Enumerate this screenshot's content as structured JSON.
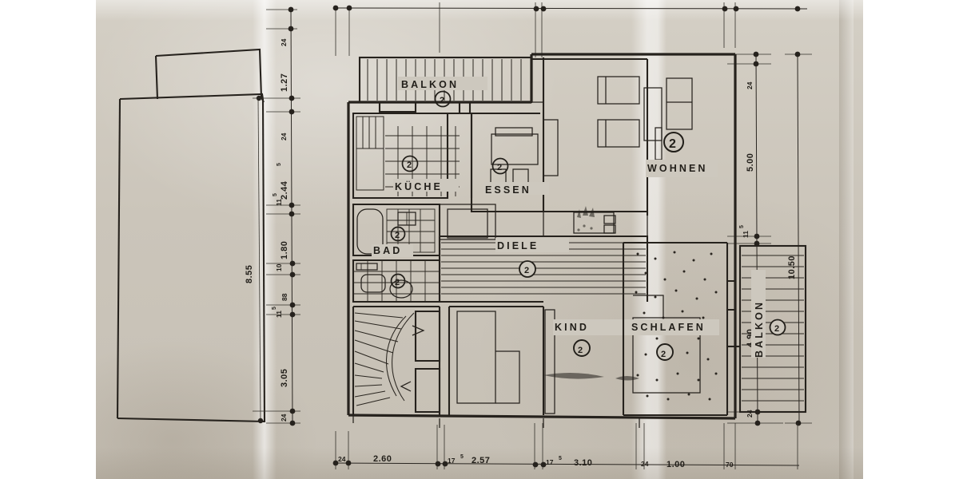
{
  "document": {
    "type": "architectural-floor-plan",
    "language": "de",
    "description": "Scanned German apartment floor plan (Grundriss) on aged paper"
  },
  "rooms": [
    {
      "id": "balkon_nord",
      "label": "BALKON",
      "marker": "2"
    },
    {
      "id": "kueche",
      "label": "KÜCHE",
      "marker": "2"
    },
    {
      "id": "essen",
      "label": "ESSEN",
      "marker": "2"
    },
    {
      "id": "wohnen",
      "label": "WOHNEN",
      "marker": "2"
    },
    {
      "id": "bad",
      "label": "BAD",
      "marker": "2"
    },
    {
      "id": "wc",
      "label": "",
      "marker": "2"
    },
    {
      "id": "diele",
      "label": "DIELE",
      "marker": "2"
    },
    {
      "id": "kind",
      "label": "KIND",
      "marker": "2"
    },
    {
      "id": "schlafen",
      "label": "SCHLAFEN",
      "marker": "2"
    },
    {
      "id": "balkon_sued",
      "label": "BALKON",
      "marker": "2"
    }
  ],
  "dimensions": {
    "bottom": [
      {
        "value": "24",
        "small": true
      },
      {
        "value": "2.60",
        "small": false
      },
      {
        "value": "17",
        "sup": "5",
        "small": true
      },
      {
        "value": "2.57",
        "small": false
      },
      {
        "value": "17",
        "sup": "5",
        "small": true
      },
      {
        "value": "3.10",
        "small": false
      },
      {
        "value": "24",
        "small": true
      },
      {
        "value": "1.00",
        "small": false
      },
      {
        "value": "70",
        "small": true
      }
    ],
    "left_inner": [
      {
        "value": "24",
        "small": true
      },
      {
        "value": "1.27",
        "small": false
      },
      {
        "value": "24",
        "small": true
      },
      {
        "value": "2.44",
        "sup": "5",
        "small": false
      },
      {
        "value": "11",
        "sup": "5",
        "small": true
      },
      {
        "value": "1.80",
        "small": false
      },
      {
        "value": "10",
        "small": true
      },
      {
        "value": "88",
        "small": true
      },
      {
        "value": "11",
        "sup": "5",
        "small": true
      },
      {
        "value": "3.05",
        "small": false
      },
      {
        "value": "24",
        "small": true
      }
    ],
    "left_overall": {
      "value": "8.55"
    },
    "right_inner": [
      {
        "value": "24",
        "small": true
      },
      {
        "value": "5.00",
        "small": false
      },
      {
        "value": "11",
        "sup": "5",
        "small": true
      },
      {
        "value": "4.90",
        "small": false
      },
      {
        "value": "24",
        "small": true
      }
    ],
    "right_overall": {
      "value": "10.50"
    }
  },
  "colors": {
    "paper": "#cdc8be",
    "ink": "#26221d",
    "letterbox": "#ffffff"
  }
}
